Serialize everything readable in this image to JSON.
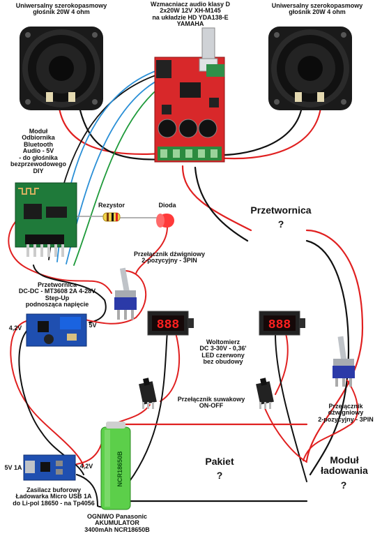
{
  "labels": {
    "speaker_left": "Uniwersalny szerokopasmowy\ngłośnik 20W 4 ohm",
    "speaker_right": "Uniwersalny szerokopasmowy\ngłośnik 20W 4 ohm",
    "amplifier": "Wzmacniacz audio klasy D\n2x20W 12V XH-M145\nna układzie HD YDA138-E\nYAMAHA",
    "bluetooth": "Moduł\nOdbiornika\nBluetooth\nAudio - 5V\n- do głośnika\nbezprzewodowego\nDIY",
    "resistor": "Rezystor",
    "diode": "Dioda",
    "converter_top": "Przetwornica",
    "converter_top_q": "?",
    "switch_top": "Przełącznik dźwigniowy\n2-pozycyjny - 3PIN",
    "stepup": "Przetwornica\nDC-DC - MT3608 2A 4-28V\nStep-Up\npodnosząca napięcie",
    "v_in": "4,2V",
    "v_out": "5V",
    "voltmeter": "Woltomierz\nDC 3-30V - 0,36'\nLED czerwony\nbez obudowy",
    "slide_switch": "Przełącznik suwakowy\nON-OFF",
    "switch_right": "Przełącznik\ndźwigniowy\n2-pozycyjny - 3PIN",
    "pack": "Pakiet",
    "pack_q": "?",
    "charge_module": "Moduł\nładowania",
    "charge_module_q": "?",
    "charger_in": "5V 1A",
    "charger_out": "4,2V",
    "charger": "Zasilacz buforowy\nŁadowarka Micro USB 1A\ndo Li-pol 18650 - na Tp4056",
    "cell": "OGNIWO Panasonic\nAKUMULATOR\n3400mAh NCR18650B",
    "led_display_left": "888",
    "led_display_right": "888",
    "cell_print": "NCR18650B"
  },
  "colors": {
    "wire_red": "#e02020",
    "wire_black": "#111111",
    "wire_blue": "#2a8fd6",
    "wire_green": "#1e9a3a",
    "pcb_red": "#d8282a",
    "pcb_green": "#1f7a3a",
    "pcb_blue": "#1f4fb0",
    "cell_green": "#5ccf4a",
    "led_red": "#ff2020"
  }
}
